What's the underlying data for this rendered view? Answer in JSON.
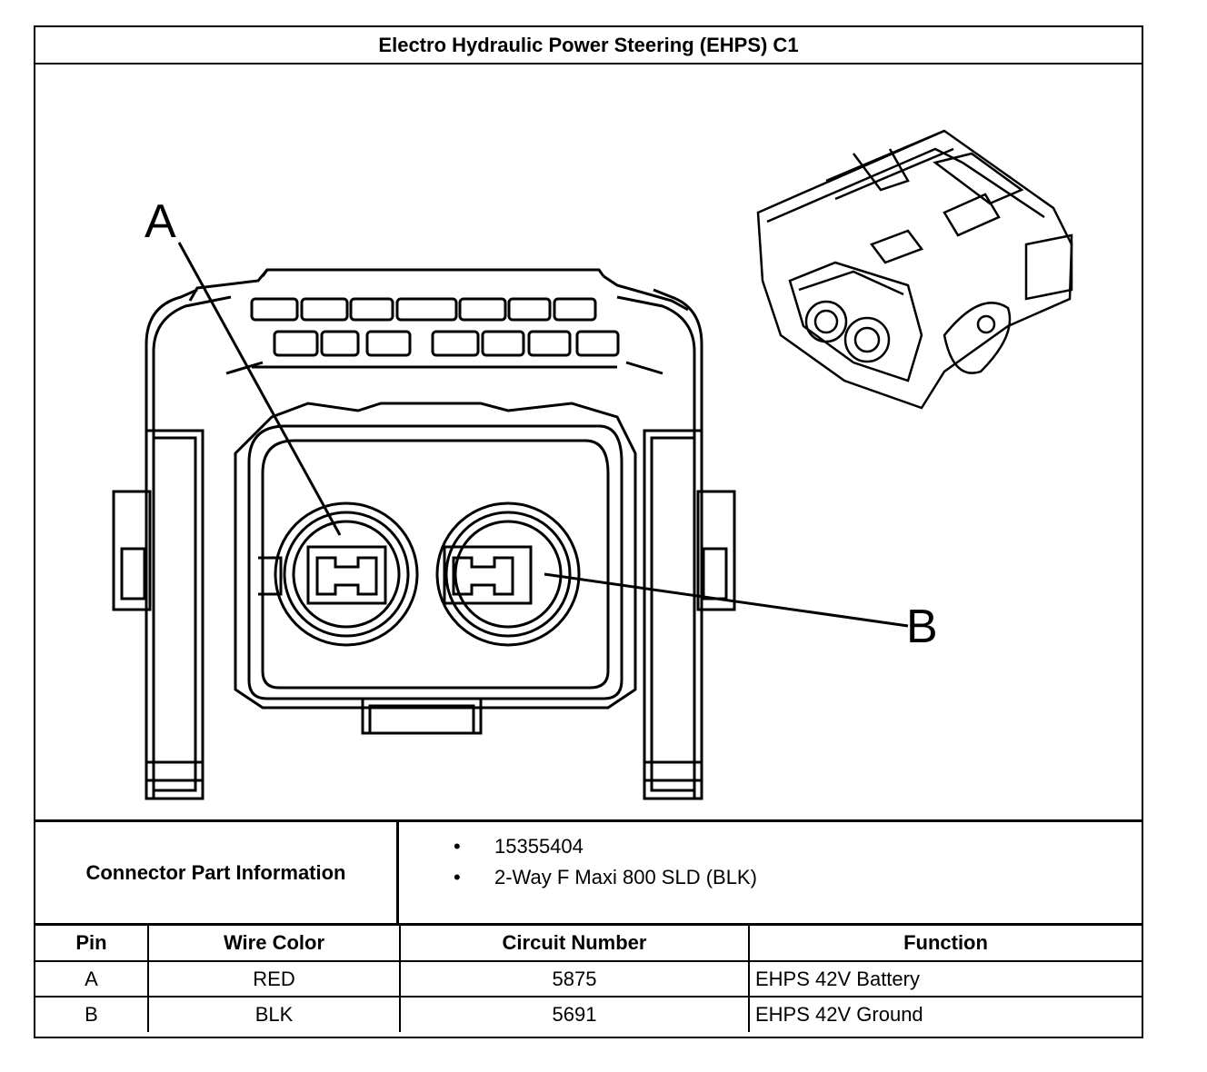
{
  "title": "Electro Hydraulic Power Steering (EHPS) C1",
  "diagram": {
    "callouts": [
      "A",
      "B"
    ],
    "view_icon": "connector-3d-view"
  },
  "connector_info": {
    "label": "Connector Part Information",
    "items": [
      "15355404",
      "2-Way F Maxi 800 SLD (BLK)"
    ]
  },
  "pin_table": {
    "headers": [
      "Pin",
      "Wire Color",
      "Circuit Number",
      "Function"
    ],
    "rows": [
      [
        "A",
        "RED",
        "5875",
        "EHPS 42V Battery"
      ],
      [
        "B",
        "BLK",
        "5691",
        "EHPS 42V Ground"
      ]
    ]
  }
}
